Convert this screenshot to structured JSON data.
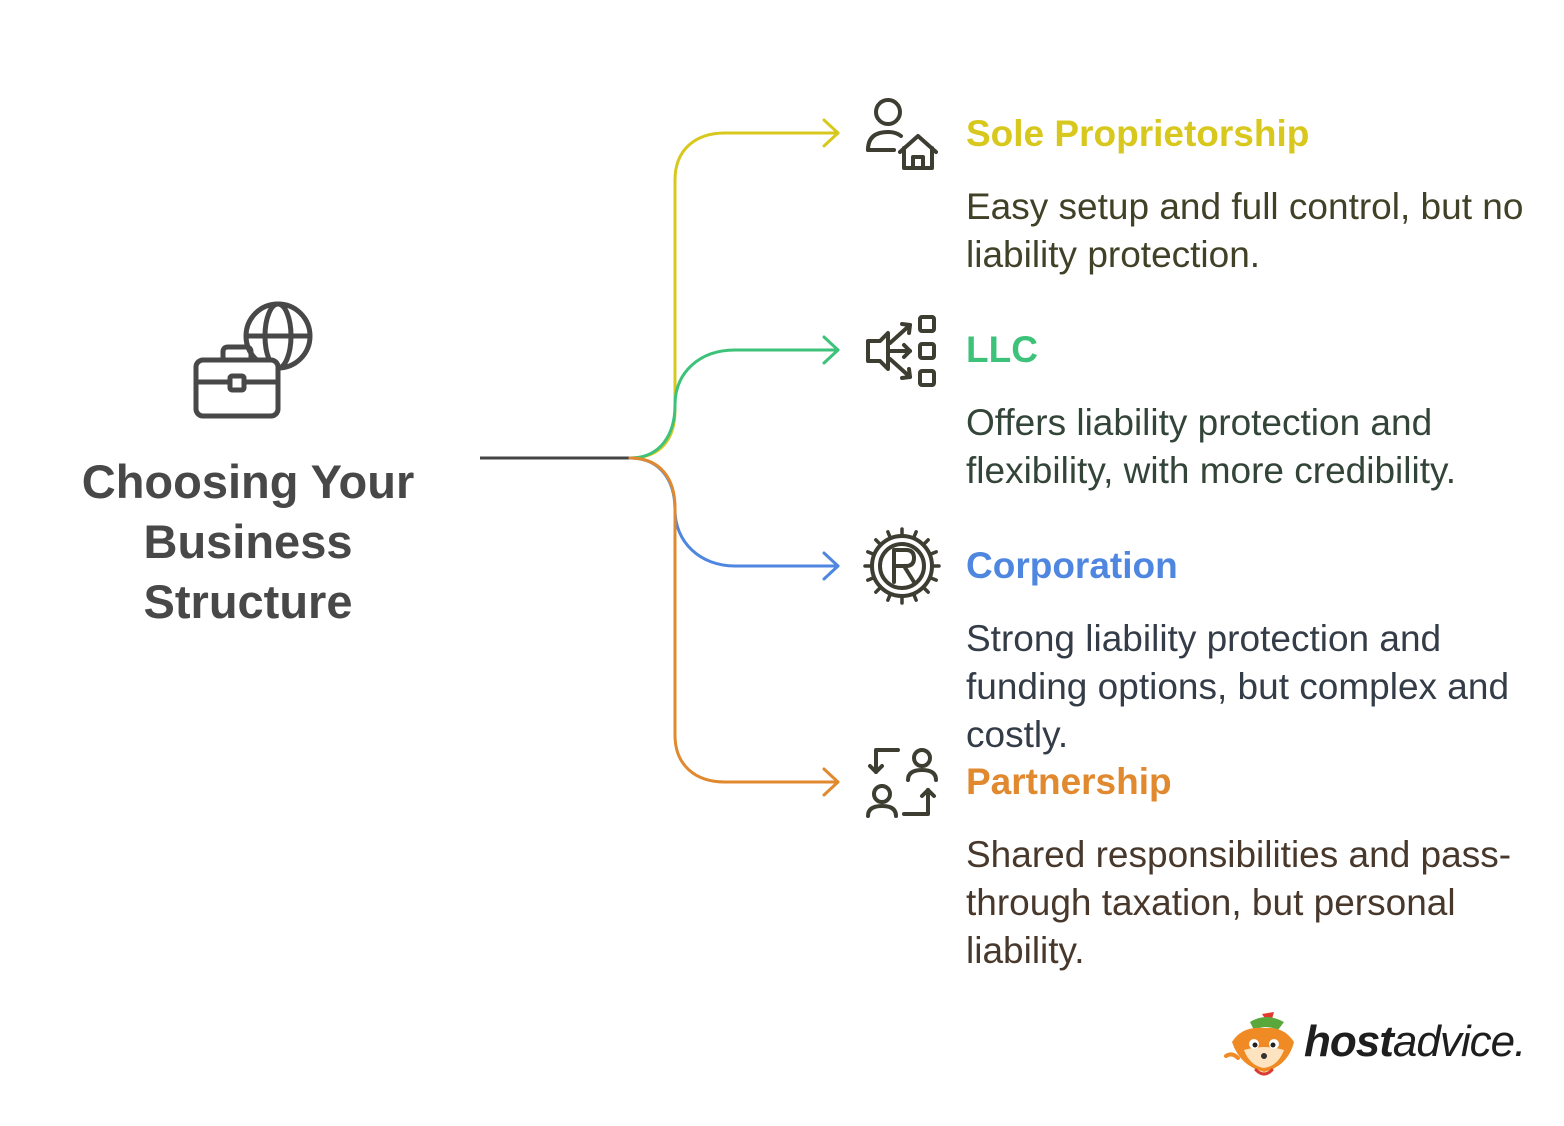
{
  "diagram": {
    "title": "Choosing Your Business Structure",
    "title_lines": [
      "Choosing Your",
      "Business",
      "Structure"
    ],
    "main_icon": "briefcase-globe-icon",
    "trunk_color": "#444444",
    "branches": [
      {
        "title": "Sole Proprietorship",
        "description": "Easy setup and full control, but no liability protection.",
        "color": "#d8c81d",
        "desc_color": "#414128",
        "icon": "person-home-icon"
      },
      {
        "title": "LLC",
        "description": "Offers liability protection and flexibility, with more credibility.",
        "color": "#3dc27a",
        "desc_color": "#334438",
        "icon": "distribution-network-icon"
      },
      {
        "title": "Corporation",
        "description": "Strong liability protection and funding options, but complex and costly.",
        "color": "#4f86e0",
        "desc_color": "#343c48",
        "icon": "registered-gear-icon"
      },
      {
        "title": "Partnership",
        "description": "Shared responsibilities and pass-through taxation, but personal liability.",
        "color": "#e0892f",
        "desc_color": "#48382c",
        "icon": "partner-exchange-icon"
      }
    ]
  },
  "logo": {
    "text_bold": "host",
    "text_regular": "advice.",
    "icon": "fox-mascot-icon"
  }
}
